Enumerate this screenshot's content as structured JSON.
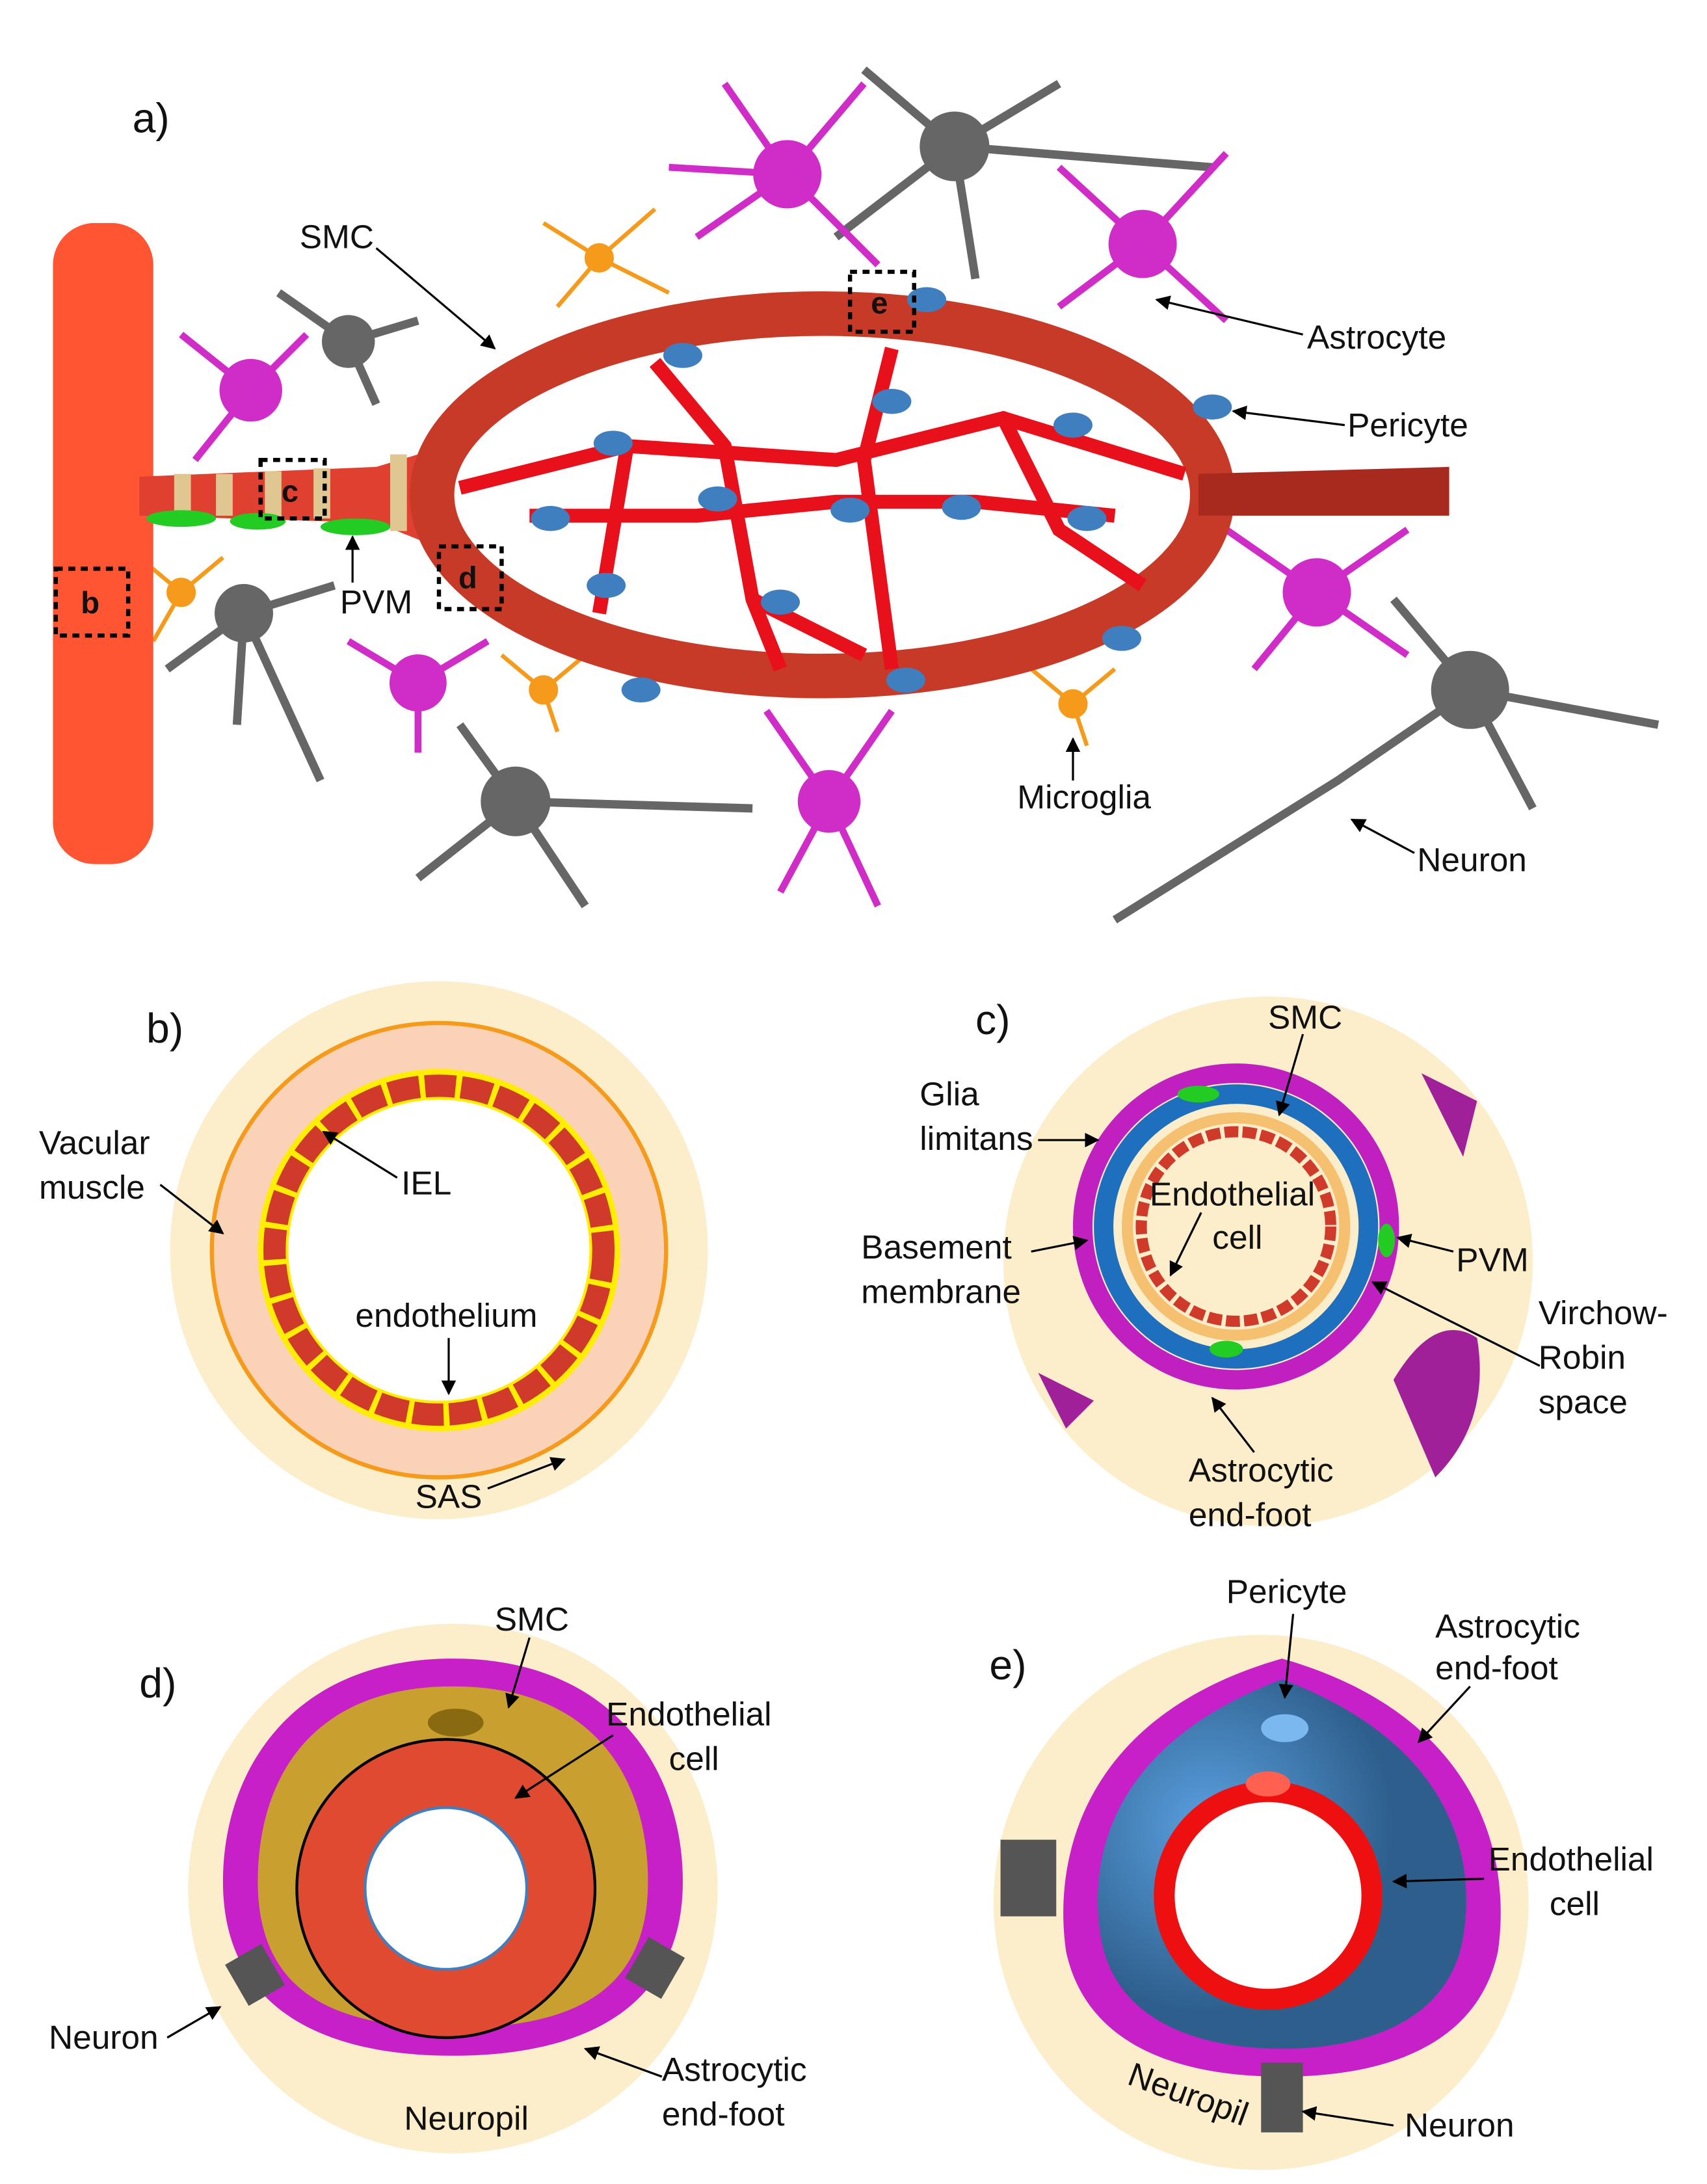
{
  "colors": {
    "vessel": "#d63a2a",
    "artery": "#ff5533",
    "capillary": "#e8101a",
    "pericyte": "#3f7fbf",
    "astrocyte": "#d02cc8",
    "neuron": "#666666",
    "microglia": "#f59a1a",
    "smc": "#e0c690",
    "pvm": "#22cc22",
    "background_ring": "#fdeecb"
  },
  "panel_a": {
    "label": "a)",
    "smc": "SMC",
    "astrocyte": "Astrocyte",
    "pericyte": "Pericyte",
    "pvm": "PVM",
    "microglia": "Microglia",
    "neuron": "Neuron",
    "boxes": [
      "b",
      "c",
      "d",
      "e"
    ]
  },
  "panel_b": {
    "label": "b)",
    "vascular_muscle": [
      "Vacular",
      "muscle"
    ],
    "iel": "IEL",
    "endothelium": "endothelium",
    "sas": "SAS"
  },
  "panel_c": {
    "label": "c)",
    "smc": "SMC",
    "glia_limitans": [
      "Glia",
      "limitans"
    ],
    "endothelial_cell": [
      "Endothelial",
      "cell"
    ],
    "basement_membrane": [
      "Basement",
      "membrane"
    ],
    "pvm": "PVM",
    "virchow_robin": [
      "Virchow-",
      "Robin",
      "space"
    ],
    "astrocytic_end_foot": [
      "Astrocytic",
      "end-foot"
    ]
  },
  "panel_d": {
    "label": "d)",
    "smc": "SMC",
    "endothelial_cell": [
      "Endothelial",
      "cell"
    ],
    "neuron": "Neuron",
    "neuropil": "Neuropil",
    "astrocytic_end_foot": [
      "Astrocytic",
      "end-foot"
    ]
  },
  "panel_e": {
    "label": "e)",
    "pericyte": "Pericyte",
    "astrocytic_end_foot": [
      "Astrocytic",
      "end-foot"
    ],
    "endothelial_cell": [
      "Endothelial",
      "cell"
    ],
    "neuropil": "Neuropil",
    "neuron": "Neuron"
  }
}
